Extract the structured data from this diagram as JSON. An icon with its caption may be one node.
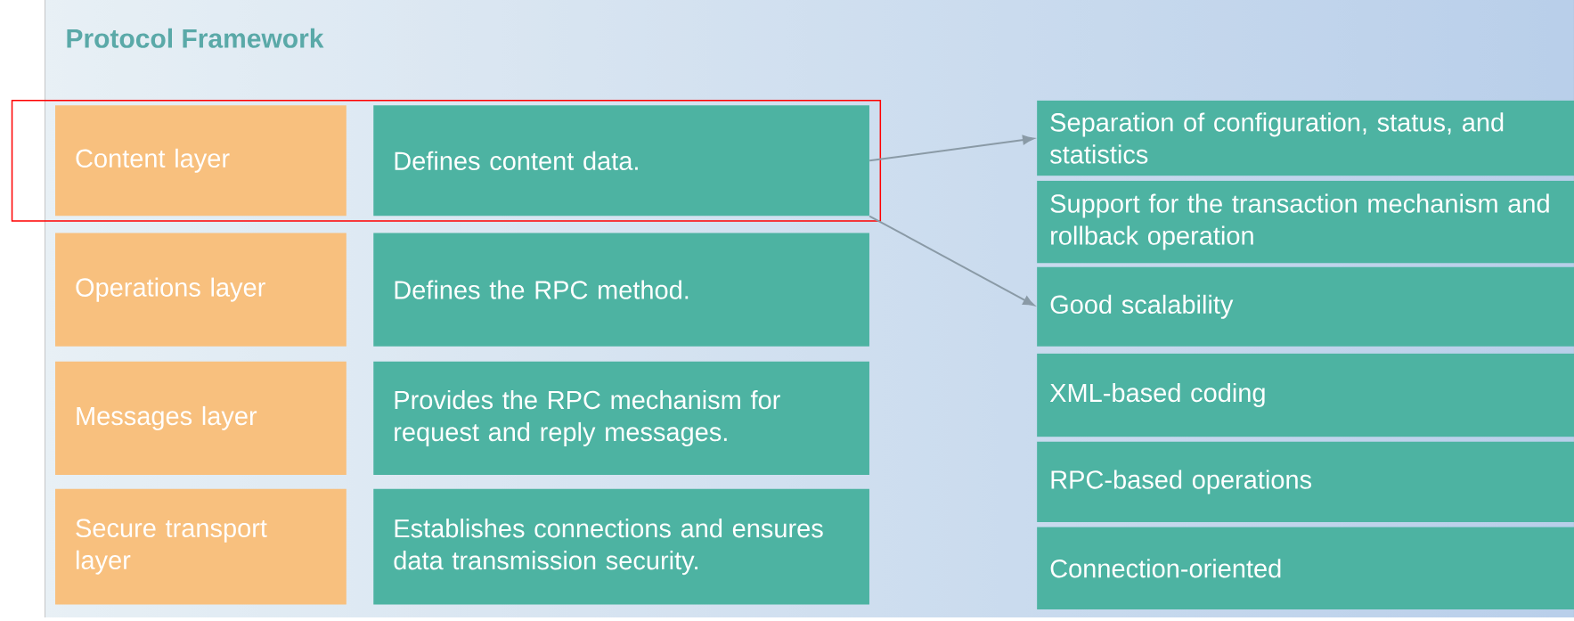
{
  "diagram": {
    "title": "Protocol Framework",
    "nodes": [
      {
        "text": [],
        "shape": "box"
      },
      {
        "text": [
          "Content layer"
        ],
        "in": 0
      },
      {
        "text": [
          "Defines content data."
        ],
        "in": 0
      },
      {
        "text": [
          "Operations layer"
        ]
      },
      {
        "text": [
          "Defines the RPC method."
        ]
      },
      {
        "text": [
          "Messages layer"
        ]
      },
      {
        "text": [
          "Provides the RPC mechanism for request and reply messages."
        ]
      },
      {
        "text": [
          "Secure transport layer"
        ]
      },
      {
        "text": [
          "Establishes connections and ensures data transmission security."
        ]
      },
      {
        "text": [
          "Separation of configuration, status, and statistics"
        ]
      },
      {
        "text": [
          "Support for the transaction mechanism and rollback operation"
        ]
      },
      {
        "text": [
          "Good scalability"
        ]
      },
      {
        "text": [
          "XML-based coding"
        ]
      },
      {
        "text": [
          "RPC-based operations"
        ]
      },
      {
        "text": [
          "Connection-oriented"
        ]
      }
    ],
    "edges": [
      {
        "from": 2,
        "to": 9,
        "arrow": "to",
        "color": "#8a9aa6"
      },
      {
        "from": 2,
        "to": 11,
        "arrow": "to",
        "color": "#8a9aa6"
      }
    ]
  }
}
